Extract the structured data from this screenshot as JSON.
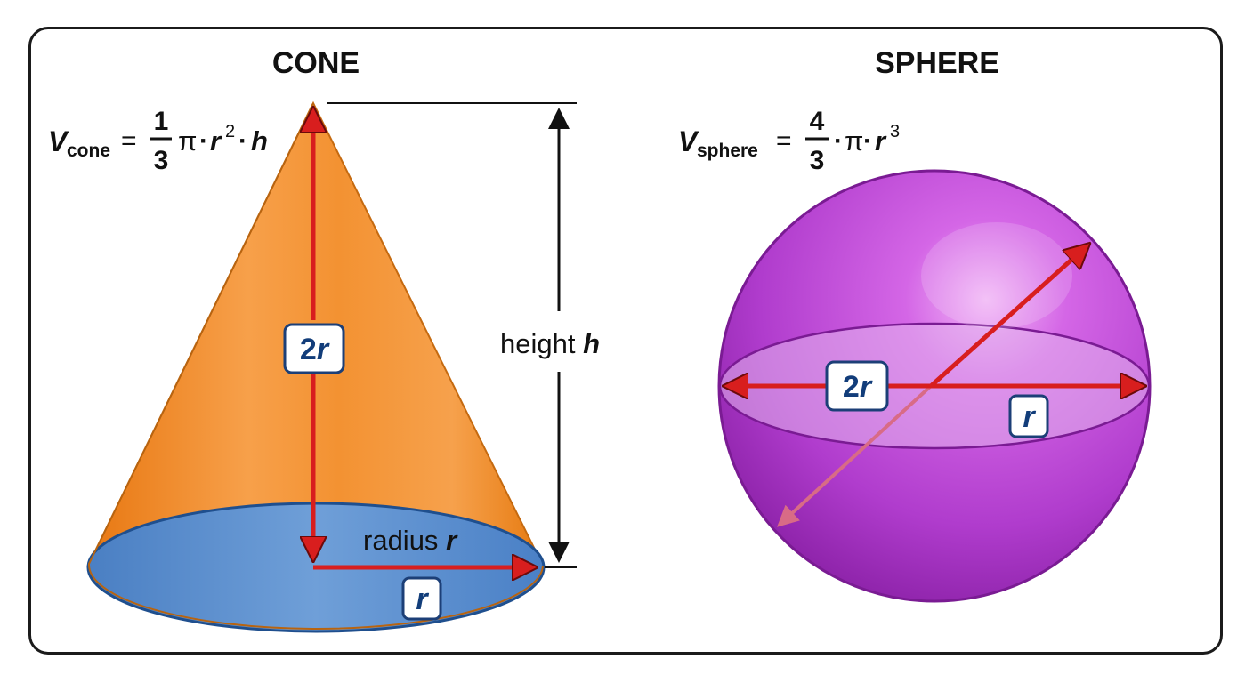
{
  "cone": {
    "title": "CONE",
    "formula": {
      "v": "V",
      "sub": "cone",
      "eq": "=",
      "num": "1",
      "den": "3",
      "pi": "π",
      "dot1": "·",
      "r": "r",
      "exp": "2",
      "dot2": "·",
      "h": "h"
    },
    "label_diameter": {
      "num": "2",
      "var": "r"
    },
    "label_radius": "r",
    "radius_text": {
      "word": "radius",
      "var": "r"
    },
    "height_text": {
      "word": "height",
      "var": "h"
    }
  },
  "sphere": {
    "title": "SPHERE",
    "formula": {
      "v": "V",
      "sub": "sphere",
      "eq": "=",
      "num": "4",
      "den": "3",
      "dot1": "·",
      "pi": "π",
      "dot2": "·",
      "r": "r",
      "exp": "3"
    },
    "label_diameter": {
      "num": "2",
      "var": "r"
    },
    "label_radius": "r"
  },
  "colors": {
    "cone_orange": "#f08a1f",
    "cone_base_blue": "#4f86c9",
    "sphere_purple": "#b23ad0",
    "arrow_red": "#d81e1e",
    "label_text": "#123d7a"
  }
}
